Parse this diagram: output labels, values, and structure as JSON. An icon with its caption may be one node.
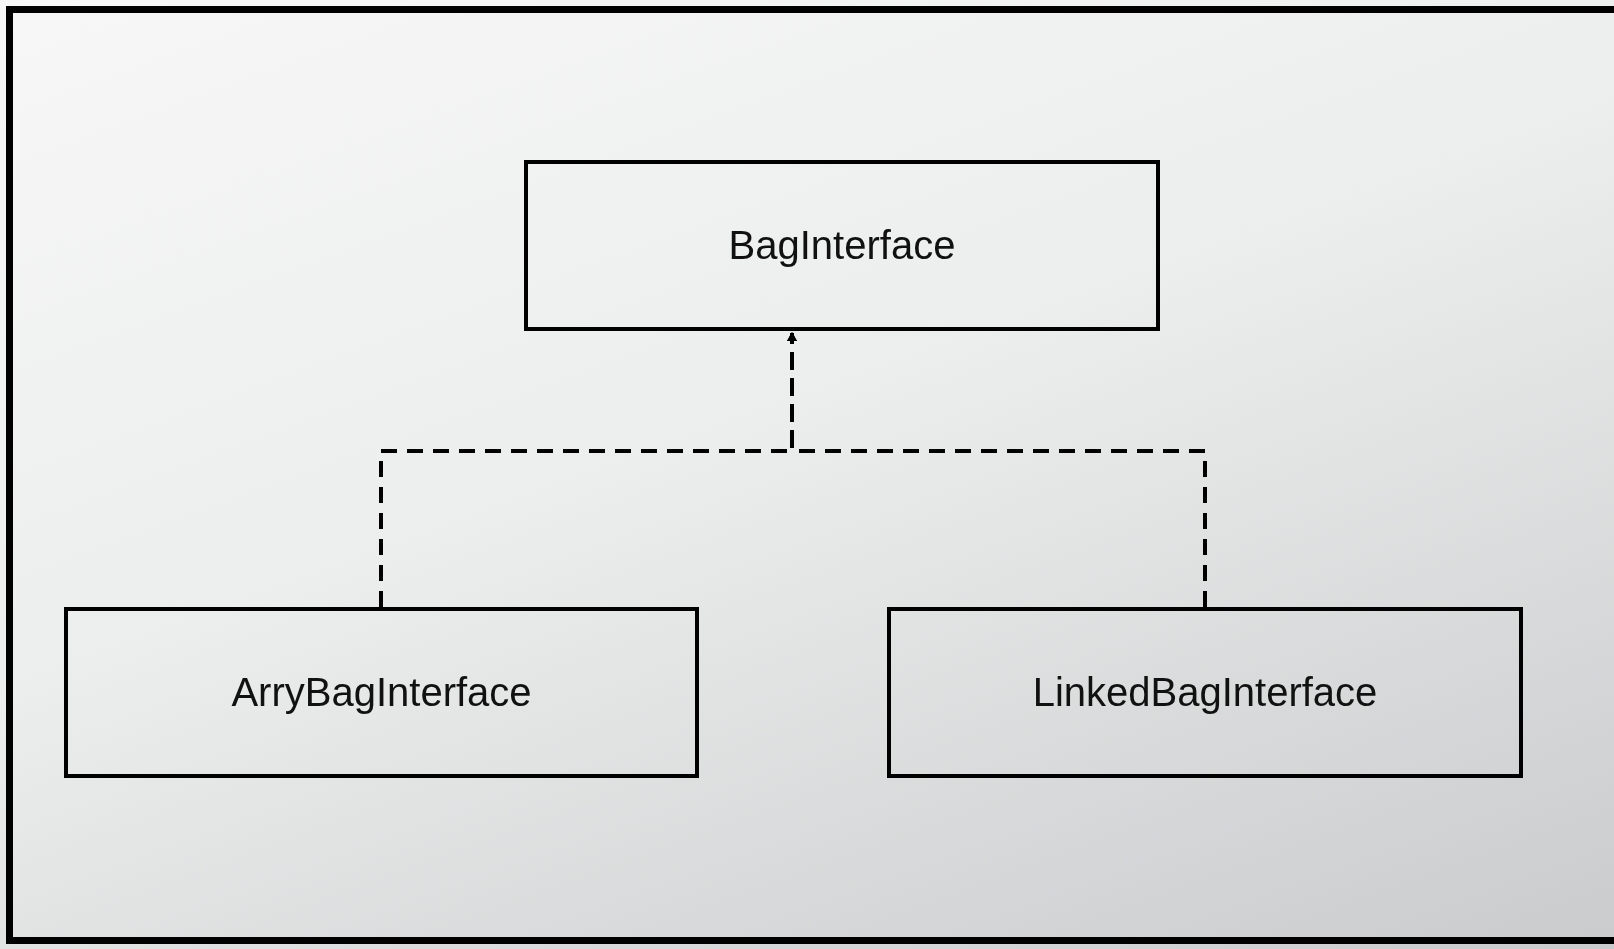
{
  "diagram": {
    "nodes": [
      {
        "text": [
          "BagInterface"
        ]
      },
      {
        "text": [
          "ArryBagInterface"
        ]
      },
      {
        "text": [
          "LinkedBagInterface"
        ]
      }
    ],
    "edges": [
      {
        "from": 1,
        "to": 0,
        "arrow": "to",
        "style": "dashed"
      },
      {
        "from": 2,
        "to": 0,
        "arrow": "to",
        "style": "dashed"
      }
    ]
  }
}
